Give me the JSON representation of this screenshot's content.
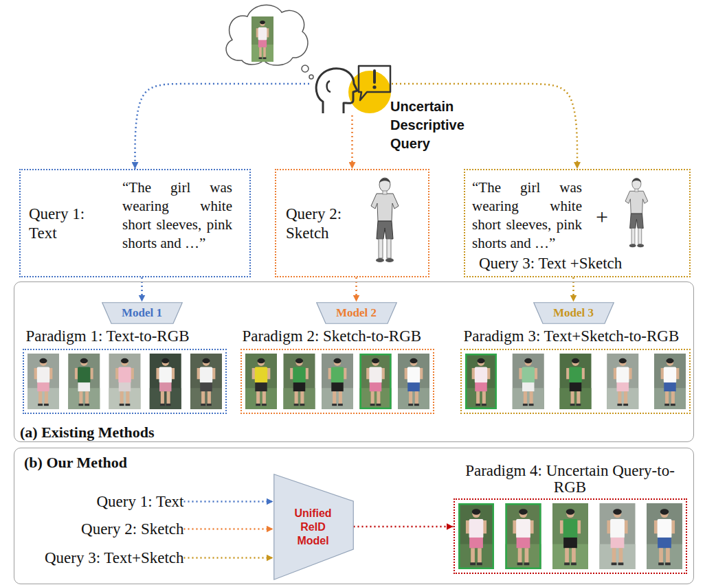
{
  "diagram": {
    "nodes": [
      {
        "text": [
          "Uncertain Descriptive Query"
        ]
      },
      {
        "text": [
          "Query 1: Text",
          "“The girl was wearing white short sleeves, pink shorts and …”"
        ]
      },
      {
        "text": [
          "Query 2: Sketch"
        ]
      },
      {
        "text": [
          "“The girl was wearing white short sleeves, pink shorts and …”",
          "+",
          "Query 3: Text +Sketch"
        ]
      },
      {
        "text": [
          "(a) Existing Methods"
        ]
      },
      {
        "text": [
          "Model 1"
        ],
        "in": 4
      },
      {
        "text": [
          "Model 2"
        ],
        "in": 4
      },
      {
        "text": [
          "Model 3"
        ],
        "in": 4
      },
      {
        "text": [
          "Paradigm 1: Text-to-RGB"
        ],
        "in": 4
      },
      {
        "text": [
          "Paradigm 2: Sketch-to-RGB"
        ],
        "in": 4
      },
      {
        "text": [
          "Paradigm 3: Text+Sketch-to-RGB"
        ],
        "in": 4
      },
      {
        "text": [
          "(b) Our Method"
        ]
      },
      {
        "text": [
          "Query 1: Text"
        ],
        "in": 11
      },
      {
        "text": [
          "Query 2: Sketch"
        ],
        "in": 11
      },
      {
        "text": [
          "Query 3: Text+Sketch"
        ],
        "in": 11
      },
      {
        "text": [
          "Unified ReID Model"
        ],
        "in": 11
      },
      {
        "text": [
          "Paradigm 4: Uncertain Query-to-RGB"
        ],
        "in": 11
      }
    ],
    "edges": [
      {
        "from": 0,
        "to": 1,
        "arrow": "to"
      },
      {
        "from": 0,
        "to": 2,
        "arrow": "to"
      },
      {
        "from": 0,
        "to": 3,
        "arrow": "to"
      },
      {
        "from": 1,
        "to": 5,
        "arrow": "to"
      },
      {
        "from": 2,
        "to": 6,
        "arrow": "to"
      },
      {
        "from": 3,
        "to": 7,
        "arrow": "to"
      },
      {
        "from": 12,
        "to": 15,
        "arrow": "to"
      },
      {
        "from": 13,
        "to": 15,
        "arrow": "to"
      },
      {
        "from": 14,
        "to": 15,
        "arrow": "to"
      },
      {
        "from": 15,
        "to": 16,
        "arrow": "to"
      }
    ]
  }
}
